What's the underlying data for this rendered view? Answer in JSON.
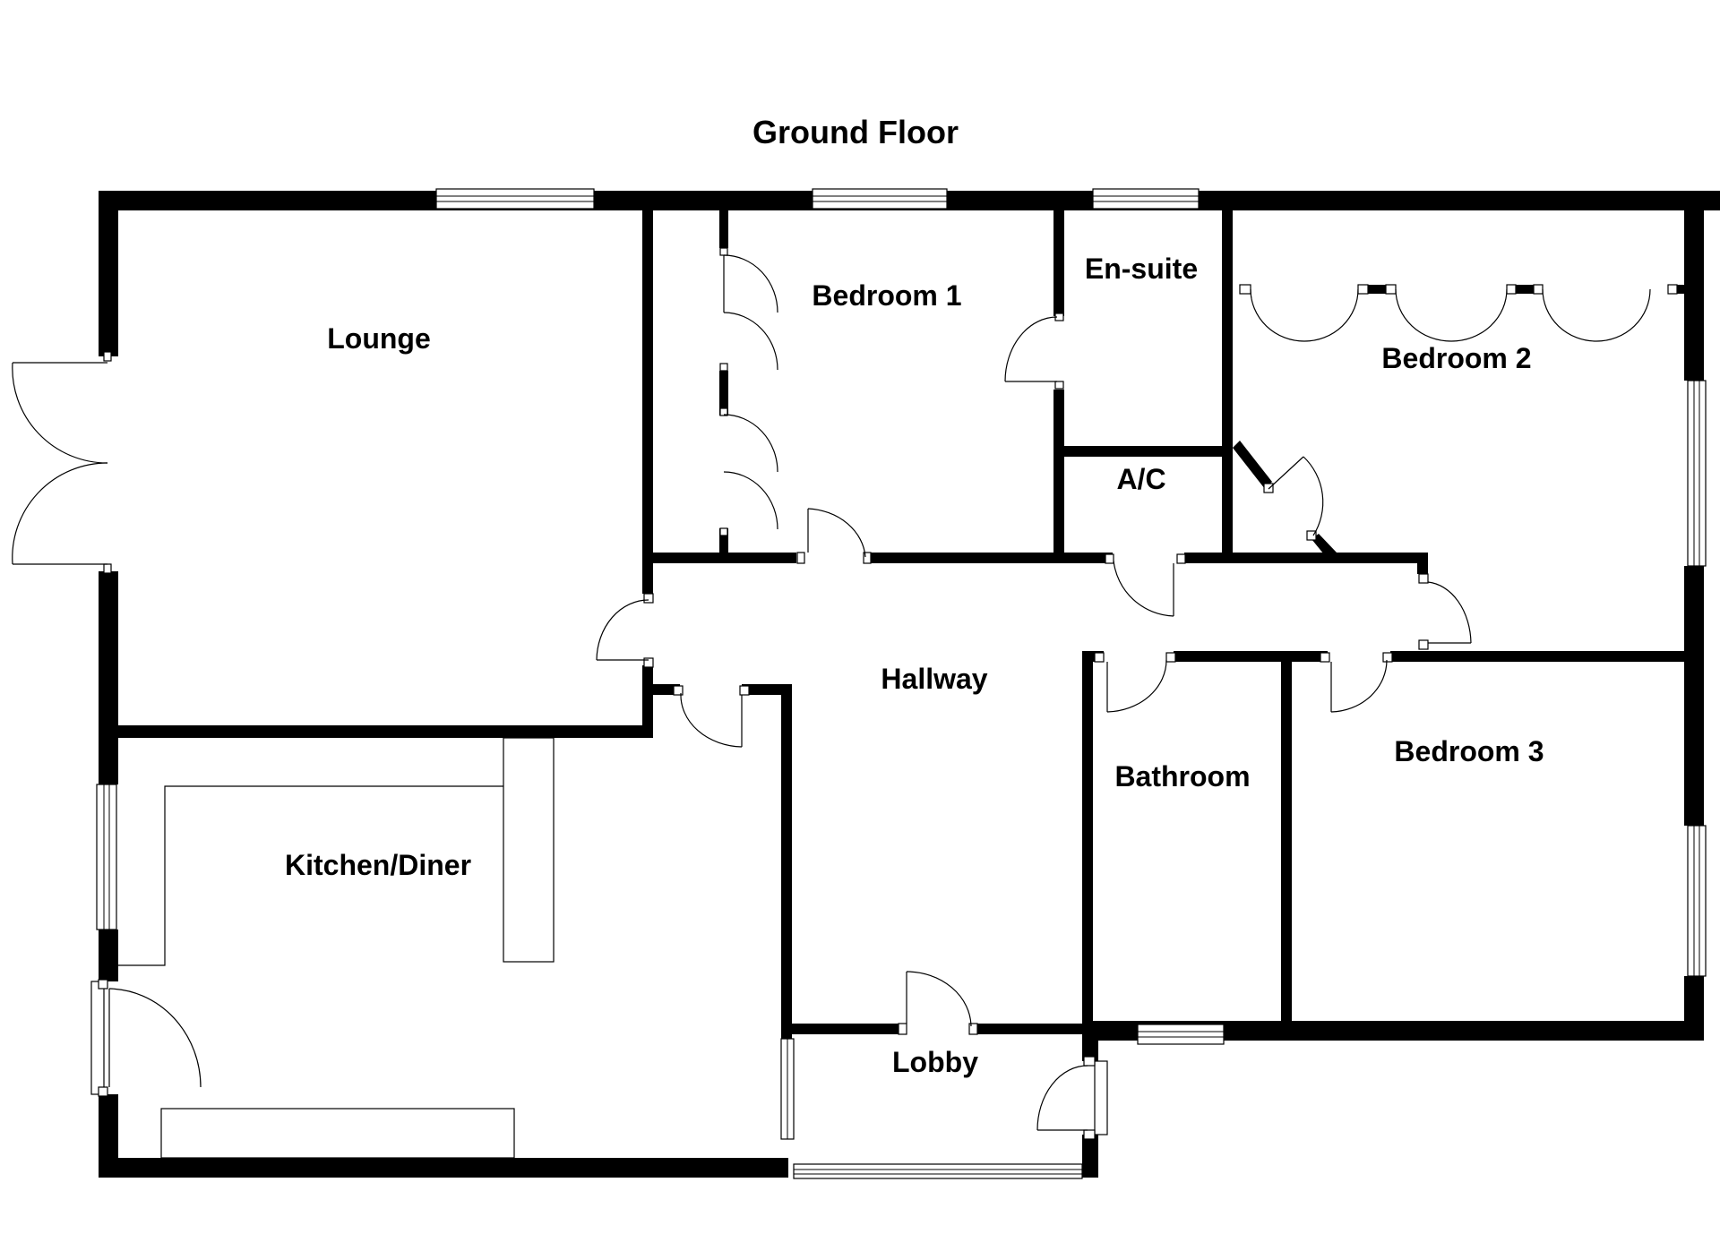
{
  "plan": {
    "title": "Ground Floor",
    "rooms": {
      "lounge": "Lounge",
      "bedroom_1": "Bedroom 1",
      "en_suite": "En-suite",
      "bedroom_2": "Bedroom 2",
      "airing_cupboard": "A/C",
      "hallway": "Hallway",
      "bathroom": "Bathroom",
      "bedroom_3": "Bedroom 3",
      "kitchen_diner": "Kitchen/Diner",
      "lobby": "Lobby"
    }
  },
  "colors": {
    "wall": "#000000",
    "background": "#ffffff"
  }
}
